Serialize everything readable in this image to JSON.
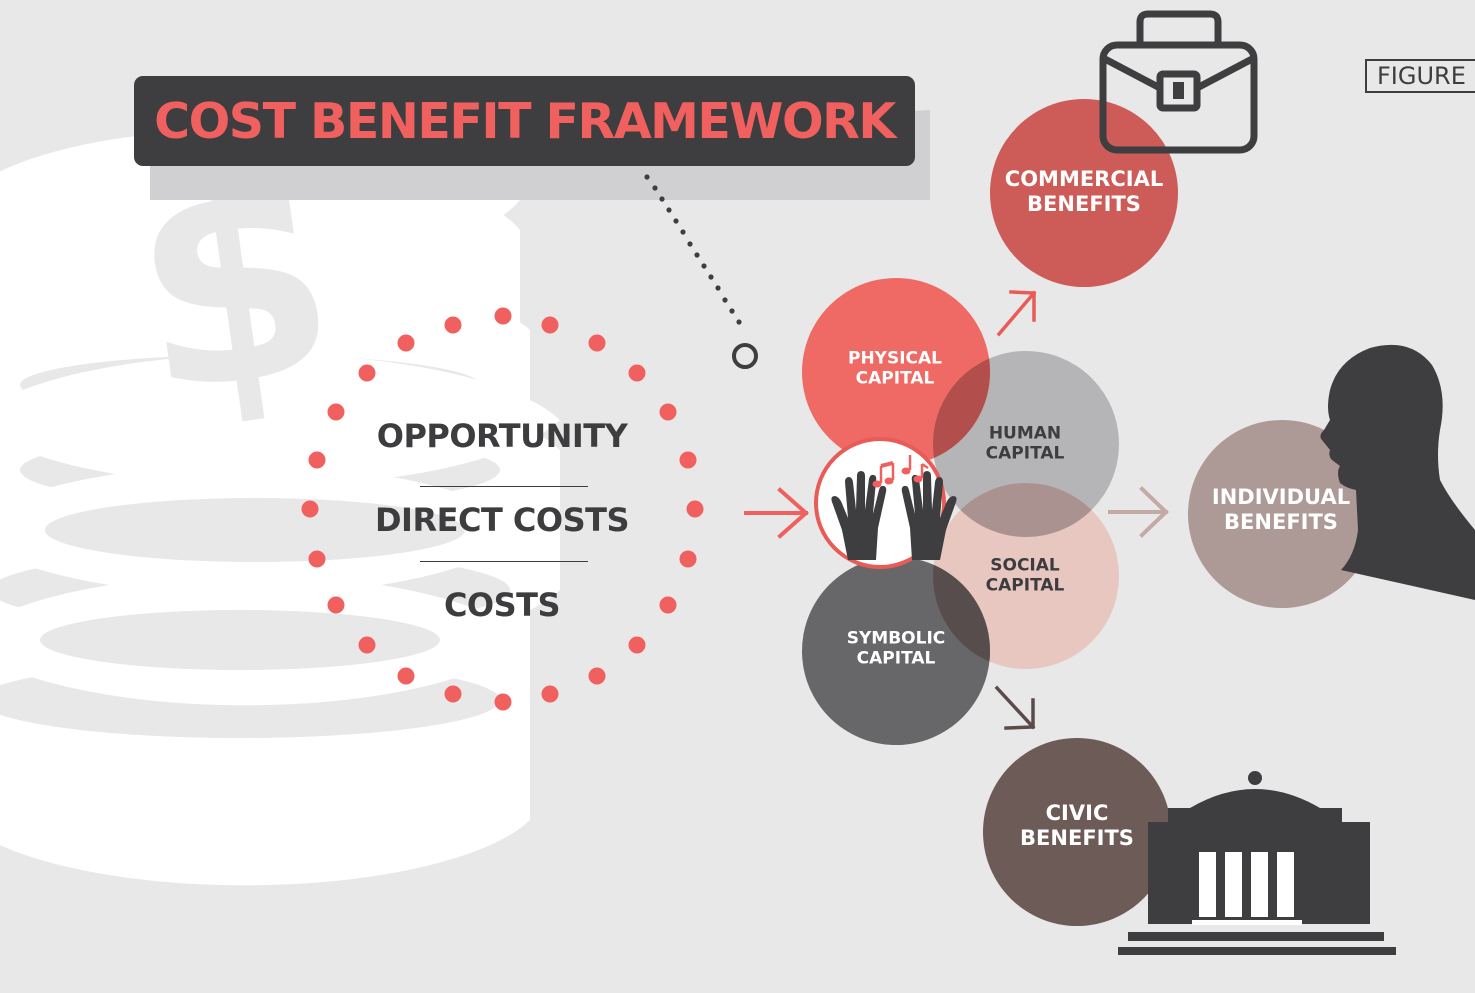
{
  "title": "COST BENEFIT FRAMEWORK",
  "figure_label": "FIGURE",
  "costs": {
    "opportunity": "OPPORTUNITY",
    "direct": "DIRECT COSTS",
    "costs": "COSTS"
  },
  "capitals": {
    "physical": "PHYSICAL\nCAPITAL",
    "human": "HUMAN\nCAPITAL",
    "social": "SOCIAL\nCAPITAL",
    "symbolic": "SYMBOLIC\nCAPITAL"
  },
  "benefits": {
    "commercial": "COMMERCIAL\nBENEFITS",
    "individual": "INDIVIDUAL\nBENEFITS",
    "civic": "CIVIC\nBENEFITS"
  },
  "icons": [
    "dollar-coins-icon",
    "briefcase-icon",
    "human-head-icon",
    "civic-building-icon",
    "raised-hands-icon",
    "music-notes-icon"
  ],
  "colors": {
    "accent": "#f0605f",
    "dark": "#3e3e40",
    "background": "#e8e8e9",
    "physical": "#ef6a64",
    "human": "#b5b4b6",
    "social": "#e8c7c1",
    "symbolic": "#676769",
    "commercial": "#cd5b58",
    "individual": "#ad9995",
    "civic": "#6d5b58"
  }
}
